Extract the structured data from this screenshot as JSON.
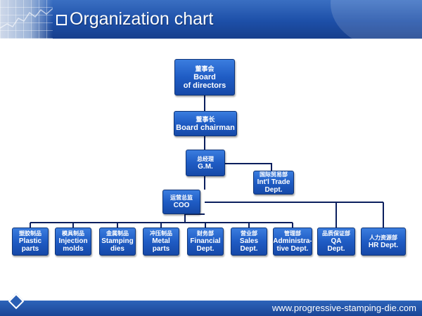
{
  "title": "Organization chart",
  "website": "www.progressive-stamping-die.com",
  "nodes": {
    "board": {
      "zh": "董事会",
      "en1": "Board",
      "en2": "of directors"
    },
    "chairman": {
      "zh": "董事长",
      "en1": "Board chairman"
    },
    "gm": {
      "zh": "总经理",
      "en1": "G.M."
    },
    "trade": {
      "zh": "国际贸易部",
      "en1": "Int'l Trade",
      "en2": "Dept."
    },
    "coo": {
      "zh": "运营总监",
      "en1": "COO"
    },
    "plastic": {
      "zh": "塑胶制品",
      "en1": "Plastic",
      "en2": "parts"
    },
    "molds": {
      "zh": "模具制品",
      "en1": "Injection",
      "en2": "molds"
    },
    "stamping": {
      "zh": "金属制品",
      "en1": "Stamping",
      "en2": "dies"
    },
    "metal": {
      "zh": "冲压制品",
      "en1": "Metal",
      "en2": "parts"
    },
    "financial": {
      "zh": "财务部",
      "en1": "Financial",
      "en2": "Dept."
    },
    "sales": {
      "zh": "营业部",
      "en1": "Sales",
      "en2": "Dept."
    },
    "admin": {
      "zh": "管理部",
      "en1": "Administra-",
      "en2": "tive Dept."
    },
    "qa": {
      "zh": "品质保证部",
      "en1": "QA",
      "en2": "Dept."
    },
    "hr": {
      "zh": "人力资源部",
      "en1": "HR Dept."
    }
  },
  "colors": {
    "header": "#1d4fa8",
    "node": "#1f5cc4",
    "connector": "#0b1f5e"
  },
  "icons": [
    "checkbox-icon",
    "diamond-icon"
  ]
}
